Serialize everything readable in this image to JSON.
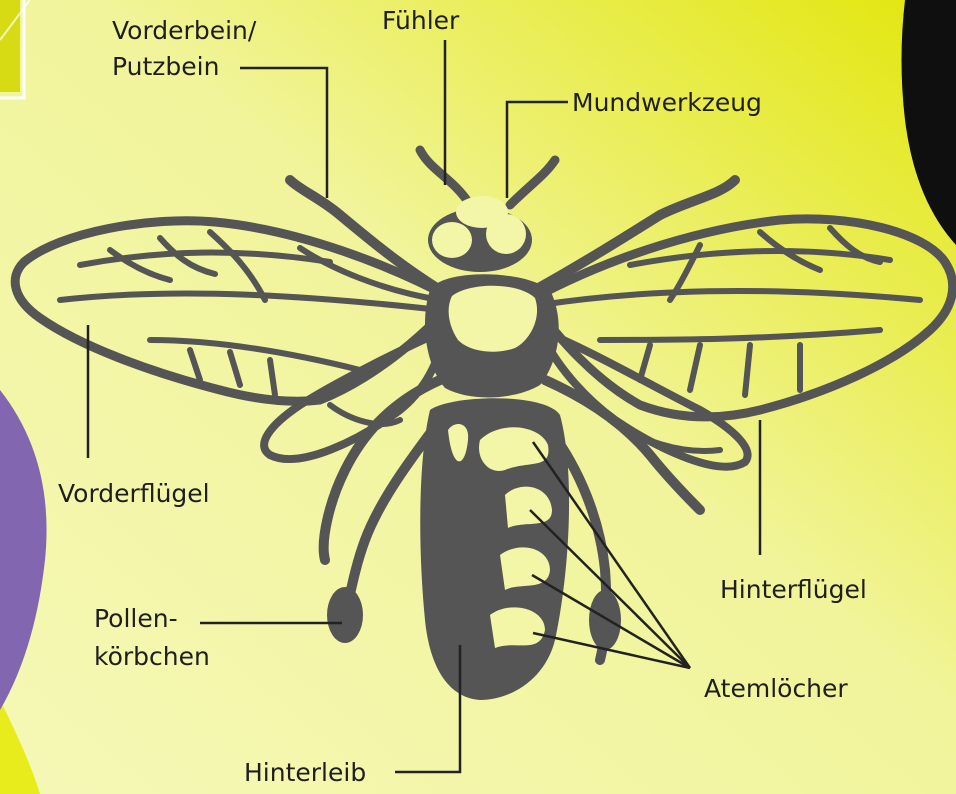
{
  "diagram": {
    "labels": {
      "antenna": "Fühler",
      "foreleg_line1": "Vorderbein/",
      "foreleg_line2": "Putzbein",
      "mouthparts": "Mundwerkzeug",
      "forewing": "Vorderflügel",
      "hindwing": "Hinterflügel",
      "pollen_basket_line1": "Pollen-",
      "pollen_basket_line2": "körbchen",
      "spiracles": "Atemlöcher",
      "abdomen": "Hinterleib"
    }
  },
  "colors": {
    "bee": "#555555",
    "background_light": "#f3f6a6",
    "background_bright": "#e4e80e",
    "accent_purple": "#8266b0",
    "accent_black": "#0f0f0f",
    "line": "#222222"
  }
}
